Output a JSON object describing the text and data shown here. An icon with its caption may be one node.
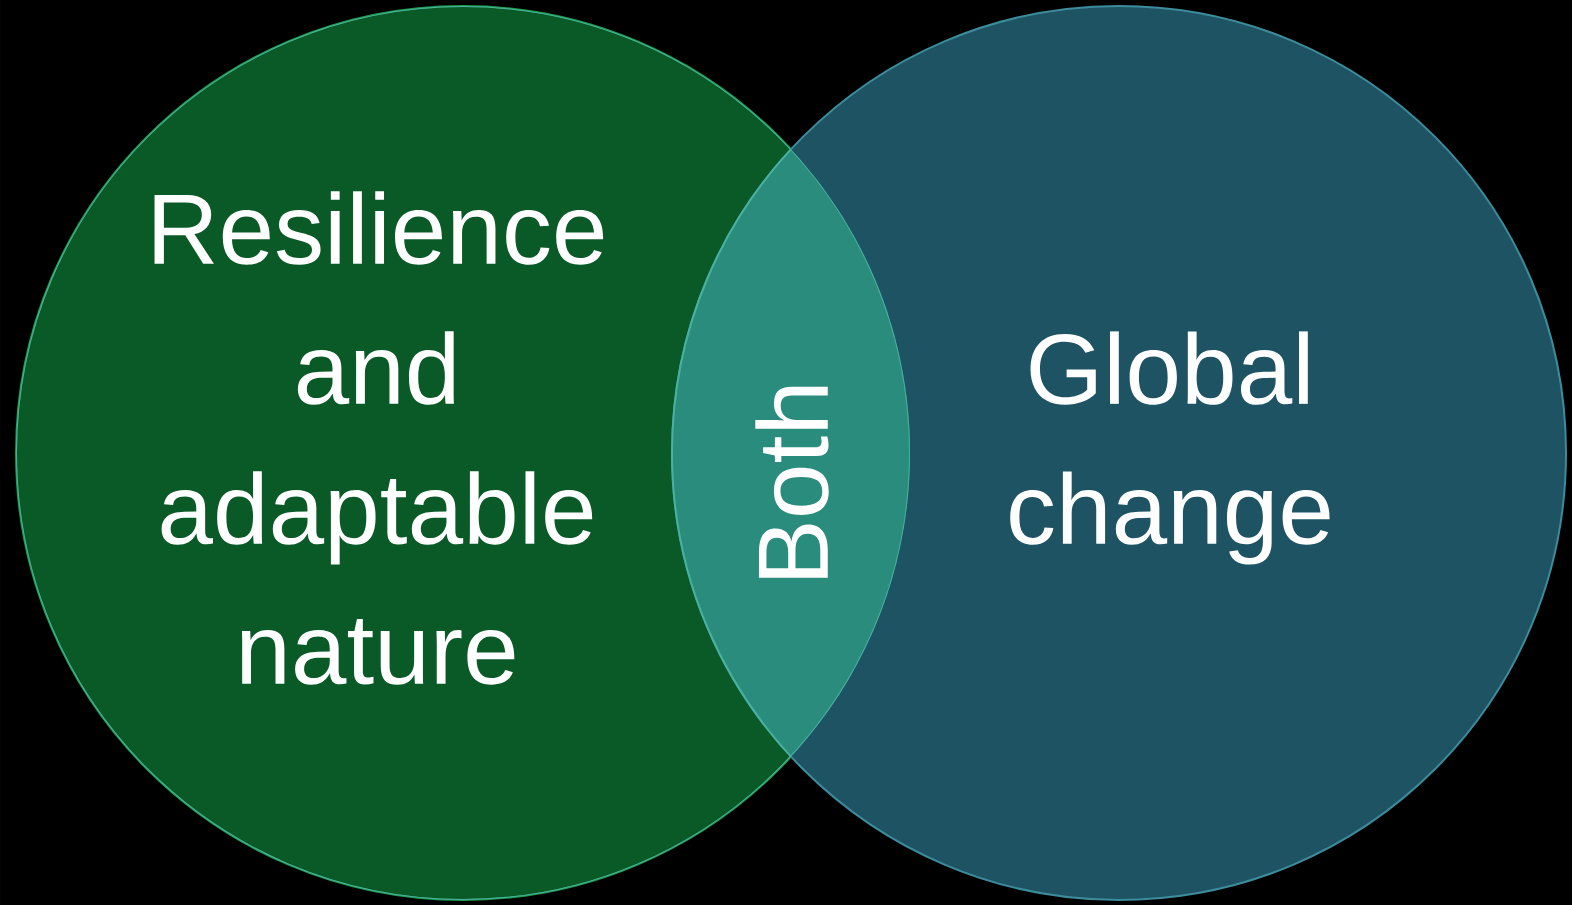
{
  "diagram": {
    "nodes": [
      {
        "text": [
          "Resilience and adaptable nature"
        ]
      },
      {
        "text": [
          "Global change"
        ]
      }
    ],
    "labels": [
      "Both"
    ]
  }
}
